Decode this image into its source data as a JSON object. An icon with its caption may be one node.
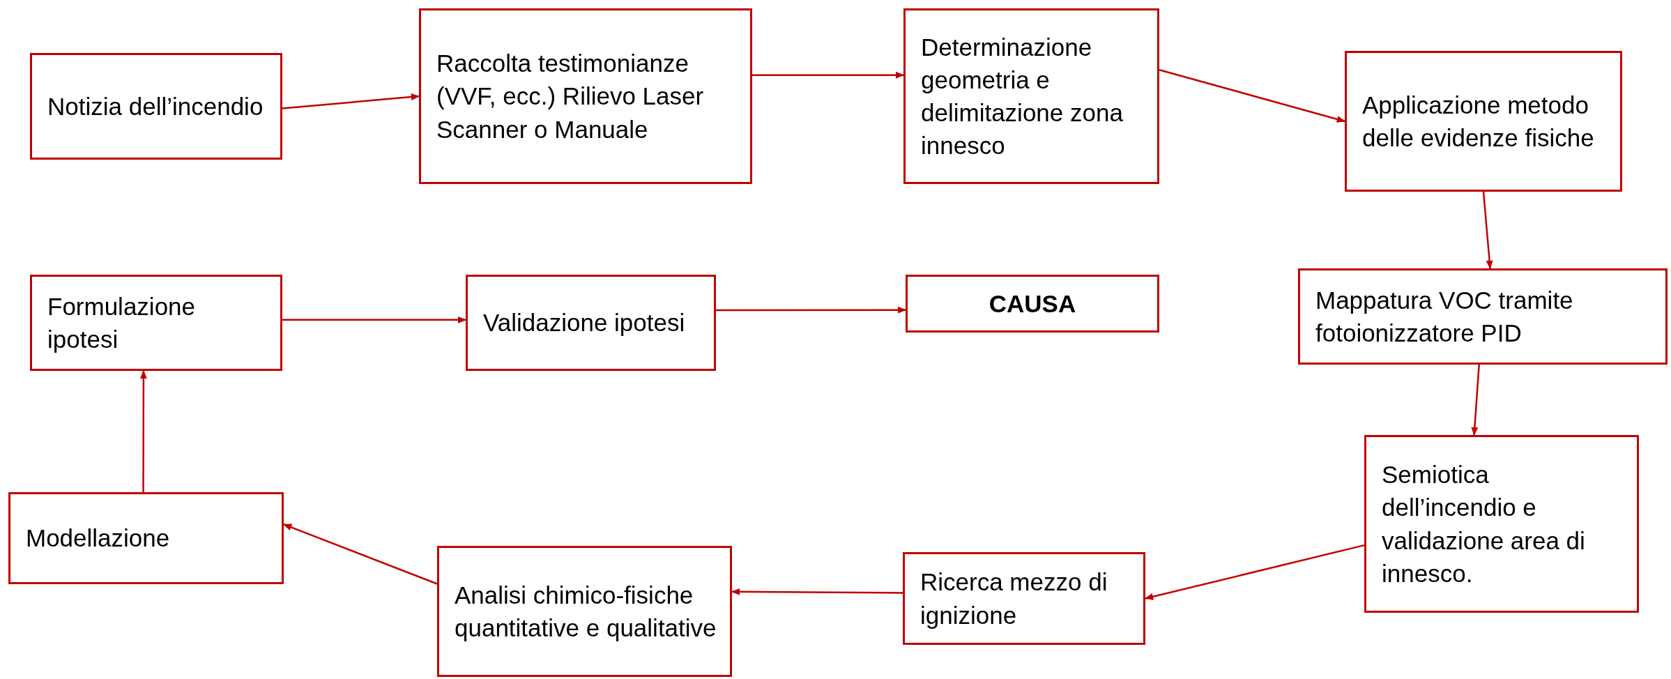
{
  "diagram": {
    "nodes": [
      {
        "text": [
          "Notizia dell’incendio"
        ]
      },
      {
        "text": [
          "Raccolta testimonianze (VVF, ecc.) Rilievo Laser Scanner o Manuale"
        ]
      },
      {
        "text": [
          "Determinazione geometria e delimitazione zona innesco"
        ]
      },
      {
        "text": [
          "Applicazione metodo delle evidenze fisiche"
        ]
      },
      {
        "text": [
          "Mappatura VOC tramite fotoionizzatore PID"
        ]
      },
      {
        "text": [
          "Semiotica dell’incendio e validazione area di innesco."
        ]
      },
      {
        "text": [
          "Ricerca mezzo di ignizione"
        ]
      },
      {
        "text": [
          "Analisi chimico-fisiche quantitative e qualitative"
        ]
      },
      {
        "text": [
          "Modellazione"
        ]
      },
      {
        "text": [
          "Formulazione ipotesi"
        ]
      },
      {
        "text": [
          "Validazione ipotesi"
        ]
      },
      {
        "text": [
          "CAUSA"
        ]
      }
    ],
    "edges": [
      {
        "from": 0,
        "to": 1,
        "arrow": "to"
      },
      {
        "from": 1,
        "to": 2,
        "arrow": "to"
      },
      {
        "from": 2,
        "to": 3,
        "arrow": "to"
      },
      {
        "from": 3,
        "to": 4,
        "arrow": "to"
      },
      {
        "from": 4,
        "to": 5,
        "arrow": "to"
      },
      {
        "from": 5,
        "to": 6,
        "arrow": "to"
      },
      {
        "from": 6,
        "to": 7,
        "arrow": "to"
      },
      {
        "from": 7,
        "to": 8,
        "arrow": "to"
      },
      {
        "from": 8,
        "to": 9,
        "arrow": "to"
      },
      {
        "from": 9,
        "to": 10,
        "arrow": "to"
      },
      {
        "from": 10,
        "to": 11,
        "arrow": "to"
      }
    ]
  }
}
